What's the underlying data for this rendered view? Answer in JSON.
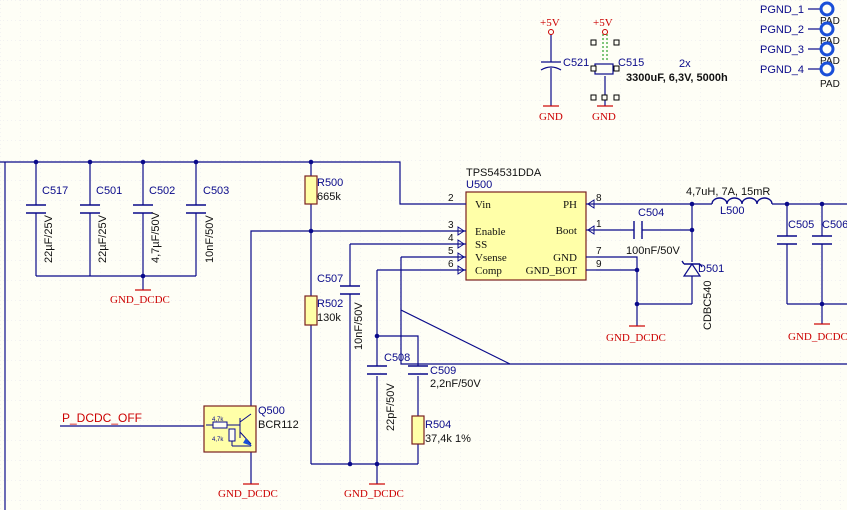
{
  "colors": {
    "background": "#fefef6",
    "wire": "#0a0a8a",
    "power": "#cc0000",
    "ic_fill": "#ffffa8",
    "ic_stroke": "#7a2020",
    "grid": "#c8c8e4",
    "pad": "#1a4fd8",
    "via_green": "#2ca02c"
  },
  "power_symbols": {
    "vcc": "+5V",
    "gnd": "GND",
    "gnd_dcdc": "GND_DCDC"
  },
  "top_caps": {
    "c521": "C521",
    "c515": "C515",
    "multiplier": "2x",
    "value": "3300uF, 6,3V, 5000h"
  },
  "pgnd_pads": [
    {
      "net": "PGND_1",
      "pad": "PAD"
    },
    {
      "net": "PGND_2",
      "pad": "PAD"
    },
    {
      "net": "PGND_3",
      "pad": "PAD"
    },
    {
      "net": "PGND_4",
      "pad": "PAD"
    }
  ],
  "input_caps": [
    {
      "ref": "C517",
      "value": "22µF/25V"
    },
    {
      "ref": "C501",
      "value": "22µF/25V"
    },
    {
      "ref": "C502",
      "value": "4,7µF/50V"
    },
    {
      "ref": "C503",
      "value": "10nF/50V"
    }
  ],
  "resistors": {
    "r500": {
      "ref": "R500",
      "value": "665k"
    },
    "r502": {
      "ref": "R502",
      "value": "130k"
    },
    "r504": {
      "ref": "R504",
      "value": "37,4k 1%"
    }
  },
  "caps": {
    "c507": {
      "ref": "C507",
      "value": "10nF/50V"
    },
    "c508": {
      "ref": "C508",
      "value": "22pF/50V"
    },
    "c509": {
      "ref": "C509",
      "value": "2,2nF/50V"
    },
    "c504": {
      "ref": "C504",
      "value": "100nF/50V"
    },
    "c505": {
      "ref": "C505"
    },
    "c506": {
      "ref": "C506"
    }
  },
  "ic": {
    "part": "TPS54531DDA",
    "ref": "U500",
    "pins_left": [
      {
        "num": "2",
        "name": "Vin"
      },
      {
        "num": "3",
        "name": "Enable"
      },
      {
        "num": "4",
        "name": "SS"
      },
      {
        "num": "5",
        "name": "Vsense"
      },
      {
        "num": "6",
        "name": "Comp"
      }
    ],
    "pins_right": [
      {
        "num": "8",
        "name": "PH"
      },
      {
        "num": "1",
        "name": "Boot"
      },
      {
        "num": "7",
        "name": "GND"
      },
      {
        "num": "9",
        "name": "GND_BOT"
      }
    ]
  },
  "inductor": {
    "ref": "L500",
    "value": "4,7uH, 7A, 15mR"
  },
  "diode": {
    "ref": "D501",
    "value": "CDBC540"
  },
  "transistor": {
    "ref": "Q500",
    "part": "BCR112",
    "r1": "4,7k",
    "r2": "4,7k"
  },
  "net_label": "P_DCDC_OFF"
}
